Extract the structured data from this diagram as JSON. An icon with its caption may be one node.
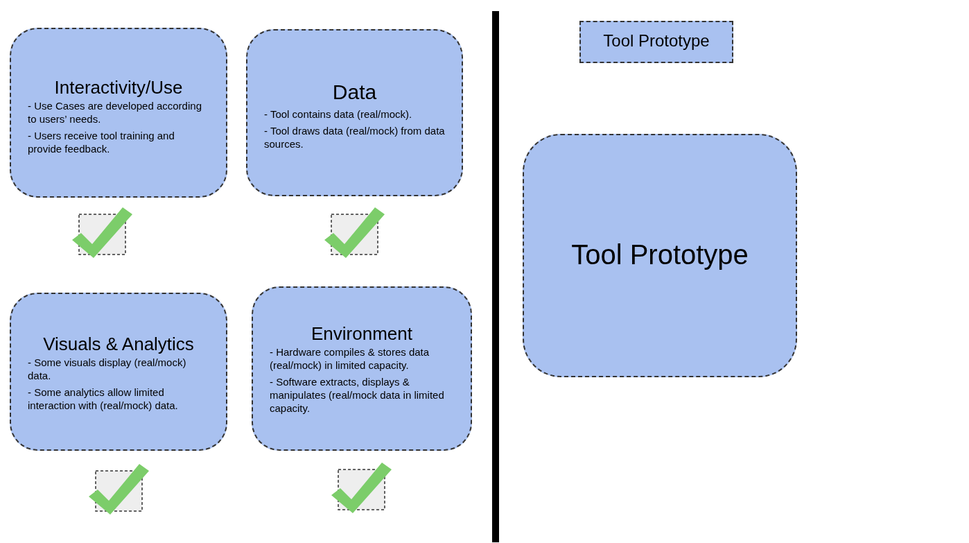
{
  "diagram": {
    "nodes": [
      {
        "text": [
          "Interactivity/Use",
          "- Use Cases are developed according to users’ needs.",
          "- Users receive tool training and provide feedback."
        ]
      },
      {
        "text": [
          "Data",
          "- Tool contains data (real/mock).",
          "- Tool draws data (real/mock) from data sources."
        ]
      },
      {
        "text": [
          "Visuals & Analytics",
          "- Some visuals display (real/mock) data.",
          "- Some analytics allow limited interaction with (real/mock) data."
        ]
      },
      {
        "text": [
          "Environment",
          "- Hardware compiles & stores data (real/mock) in limited capacity.",
          "- Software extracts, displays & manipulates (real/mock data in limited capacity."
        ]
      },
      {
        "text": [
          "Tool Prototype"
        ]
      },
      {
        "text": [
          "Tool Prototype"
        ]
      }
    ]
  }
}
